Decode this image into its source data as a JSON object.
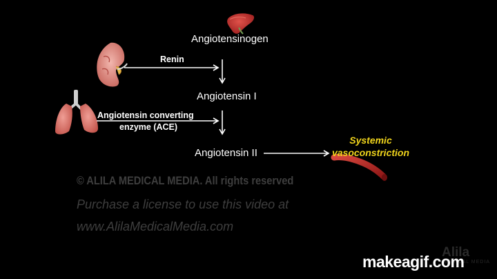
{
  "diagram": {
    "steps": {
      "angiotensinogen": "Angiotensinogen",
      "angiotensin_i": "Angiotensin I",
      "angiotensin_ii": "Angiotensin II"
    },
    "enzymes": {
      "renin": "Renin",
      "ace_line1": "Angiotensin converting",
      "ace_line2": "enzyme (ACE)"
    },
    "effect": {
      "line1": "Systemic",
      "line2": "vasoconstriction"
    },
    "colors": {
      "effect_text": "#f1d51c",
      "organ_red": "#c73a3a",
      "arrow": "#ffffff"
    },
    "icons": [
      "liver-icon",
      "kidney-icon",
      "lungs-icon",
      "blood-vessel-icon"
    ]
  },
  "watermark": {
    "copyright": "© ALILA MEDICAL MEDIA. All rights reserved",
    "license": "Purchase a license to use this video at",
    "url": "www.AlilaMedicalMedia.com",
    "corner_logo": "Alila",
    "corner_logo_sub": "MEDICAL MEDIA"
  },
  "branding": {
    "makeagif": "makeagif.com"
  }
}
